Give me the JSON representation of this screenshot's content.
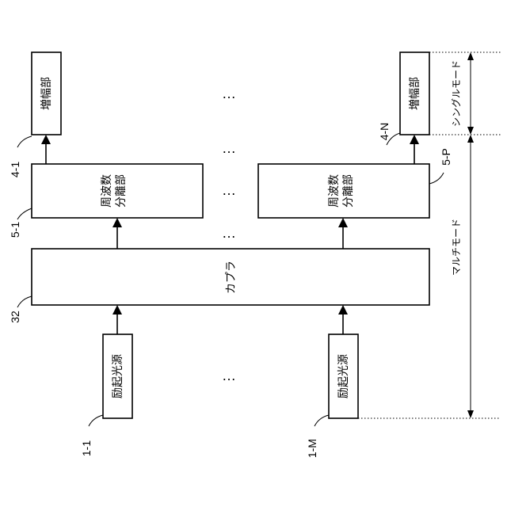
{
  "amp_label": "増幅部",
  "separator_label": "周波数分離部",
  "separator_lines": [
    "周波数",
    "分離部"
  ],
  "coupler_label": "カプラ",
  "source_label": "励起光源",
  "refs": {
    "amp_first": "4-1",
    "amp_last": "4-N",
    "sep_first": "5-1",
    "sep_last": "5-P",
    "coupler": "32",
    "src_first": "1-1",
    "src_last": "1-M"
  },
  "modes": {
    "single": "シングルモード",
    "multi": "マルチモード"
  },
  "ellipsis": "…"
}
